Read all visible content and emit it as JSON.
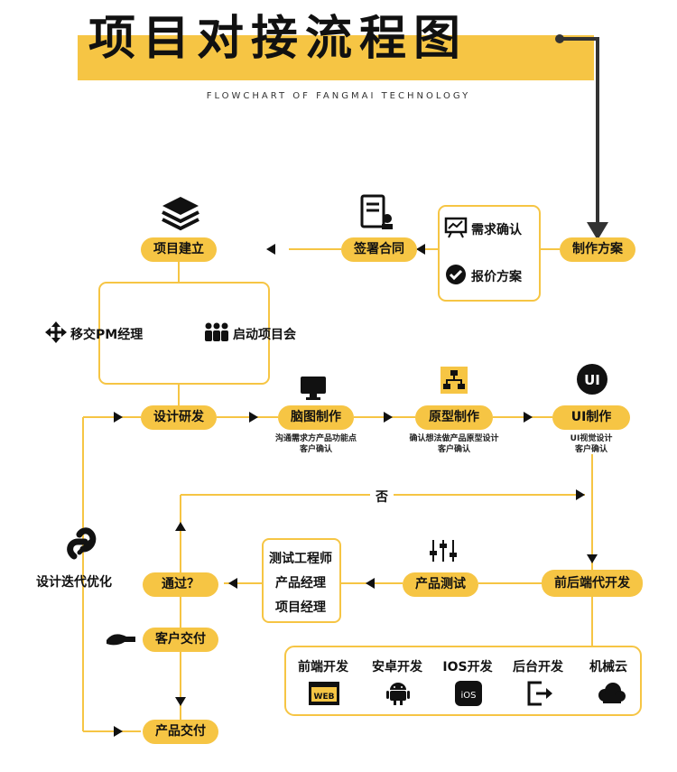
{
  "header": {
    "title": "项目对接流程图",
    "subtitle": "FLOWCHART OF FANGMAI TECHNOLOGY"
  },
  "nodes": {
    "project_setup": "项目建立",
    "sign_contract": "签署合同",
    "make_plan": "制作方案",
    "design_dev": "设计研发",
    "mindmap": "脑图制作",
    "prototype": "原型制作",
    "ui_make": "UI制作",
    "frontend_backend": "前后端代开发",
    "product_test": "产品测试",
    "pass_check": "通过？",
    "customer_delivery": "客户交付",
    "product_delivery": "产品交付"
  },
  "plan_box": {
    "requirement_confirm": "需求确认",
    "quote_plan": "报价方案"
  },
  "handover": {
    "transfer_pm": "移交PM经理",
    "kickoff": "启动项目会"
  },
  "notes": {
    "mindmap_line1": "沟通需求方产品功能点",
    "mindmap_line2": "客户确认",
    "prototype_line1": "确认想法做产品原型设计",
    "prototype_line2": "客户确认",
    "ui_line1": "UI视觉设计",
    "ui_line2": "客户确认"
  },
  "loop": {
    "no_label": "否",
    "iterate_label": "设计迭代优化"
  },
  "roles": [
    "测试工程师",
    "产品经理",
    "项目经理"
  ],
  "dev_items": [
    {
      "label": "前端开发",
      "icon": "web-icon",
      "badge": "WEB"
    },
    {
      "label": "安卓开发",
      "icon": "android-icon",
      "badge": ""
    },
    {
      "label": "IOS开发",
      "icon": "ios-icon",
      "badge": "iOS"
    },
    {
      "label": "后台开发",
      "icon": "exit-icon",
      "badge": ""
    },
    {
      "label": "机械云",
      "icon": "cloud-icon",
      "badge": ""
    }
  ],
  "icons": [
    "layers-icon",
    "contract-icon",
    "presentation-icon",
    "check-circle-icon",
    "move-icon",
    "team-icon",
    "monitor-icon",
    "prototype-icon",
    "ui-icon",
    "sliders-icon",
    "link-icon",
    "handshake-icon"
  ],
  "colors": {
    "accent": "#f6c544",
    "line": "#f6c544",
    "arrow": "#111111",
    "text": "#111111"
  }
}
